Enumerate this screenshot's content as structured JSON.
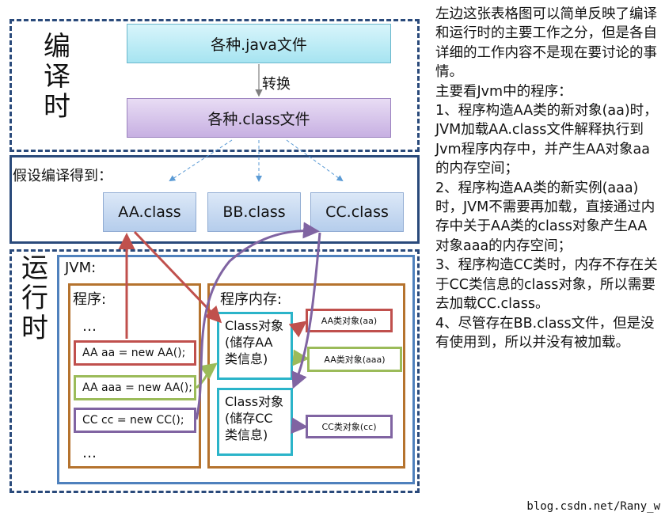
{
  "compile": {
    "stage_label": [
      "编",
      "译",
      "时"
    ],
    "java_file": "各种.java文件",
    "convert_label": "转换",
    "class_file": "各种.class文件"
  },
  "classes": {
    "assume_label": "假设编译得到：",
    "items": [
      "AA.class",
      "BB.class",
      "CC.class"
    ]
  },
  "runtime": {
    "stage_label": [
      "运",
      "行",
      "时"
    ],
    "jvm_label": "JVM:",
    "program": {
      "title": "程序:",
      "ellipsis_top": "…",
      "lines": [
        "AA aa  = new AA();",
        "AA aaa = new AA();",
        "CC cc  = new CC();"
      ],
      "ellipsis_bottom": "…"
    },
    "memory": {
      "title": "程序内存:",
      "class_objects": [
        [
          "Class对象",
          "(储存AA",
          "类信息)"
        ],
        [
          "Class对象",
          "(储存CC",
          "类信息)"
        ]
      ],
      "instances": [
        "AA类对象(aa)",
        "AA类对象(aaa)",
        "CC类对象(cc)"
      ]
    }
  },
  "colors": {
    "red": "#c0504d",
    "green": "#9bbb59",
    "purple": "#8064a2",
    "orange": "#b5732e",
    "teal": "#2bb4c9",
    "navy": "#2a4a7b",
    "dashed_arrow": "#5b9bd5"
  },
  "side_text": [
    "左边这张表格图可以简单反映了编译和运行时的主要工作之分，但是各自详细的工作内容不是现在要讨论的事情。",
    "主要看Jvm中的程序：",
    "1、程序构造AA类的新对象(aa)时，JVM加载AA.class文件解释执行到Jvm程序内存中，并产生AA对象aa的内存空间；",
    "2、程序构造AA类的新实例(aaa)时，JVM不需要再加载，直接通过内存中关于AA类的class对象产生AA对象aaa的内存空间；",
    "3、程序构造CC类时，内存不存在关于CC类信息的class对象，所以需要去加载CC.class。",
    "4、尽管存在BB.class文件，但是没有使用到，所以并没有被加载。"
  ],
  "credit": "blog.csdn.net/Rany_w"
}
